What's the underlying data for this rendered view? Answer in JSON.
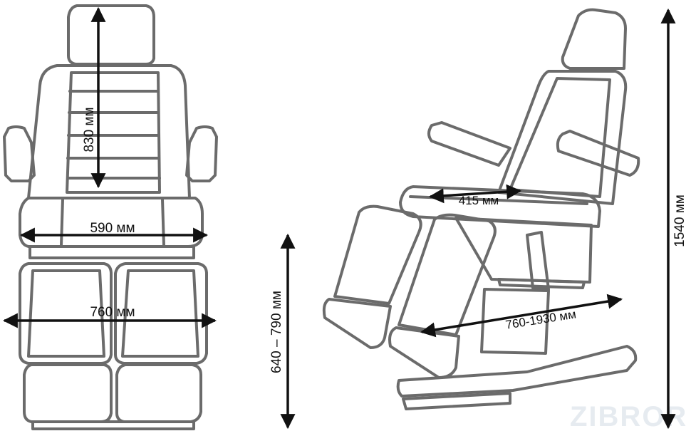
{
  "dimensions": {
    "back_height": "830 мм",
    "seat_width": "590 мм",
    "total_width": "760 мм",
    "seat_height": "640 – 790 мм",
    "seat_depth": "415 мм",
    "length": "760-1930 мм",
    "total_height": "1540 мм"
  },
  "watermark": "ZIBROR",
  "colors": {
    "outline": "#6b6b6b",
    "dimension_line": "#111111",
    "watermark": "#e6ebf0"
  }
}
